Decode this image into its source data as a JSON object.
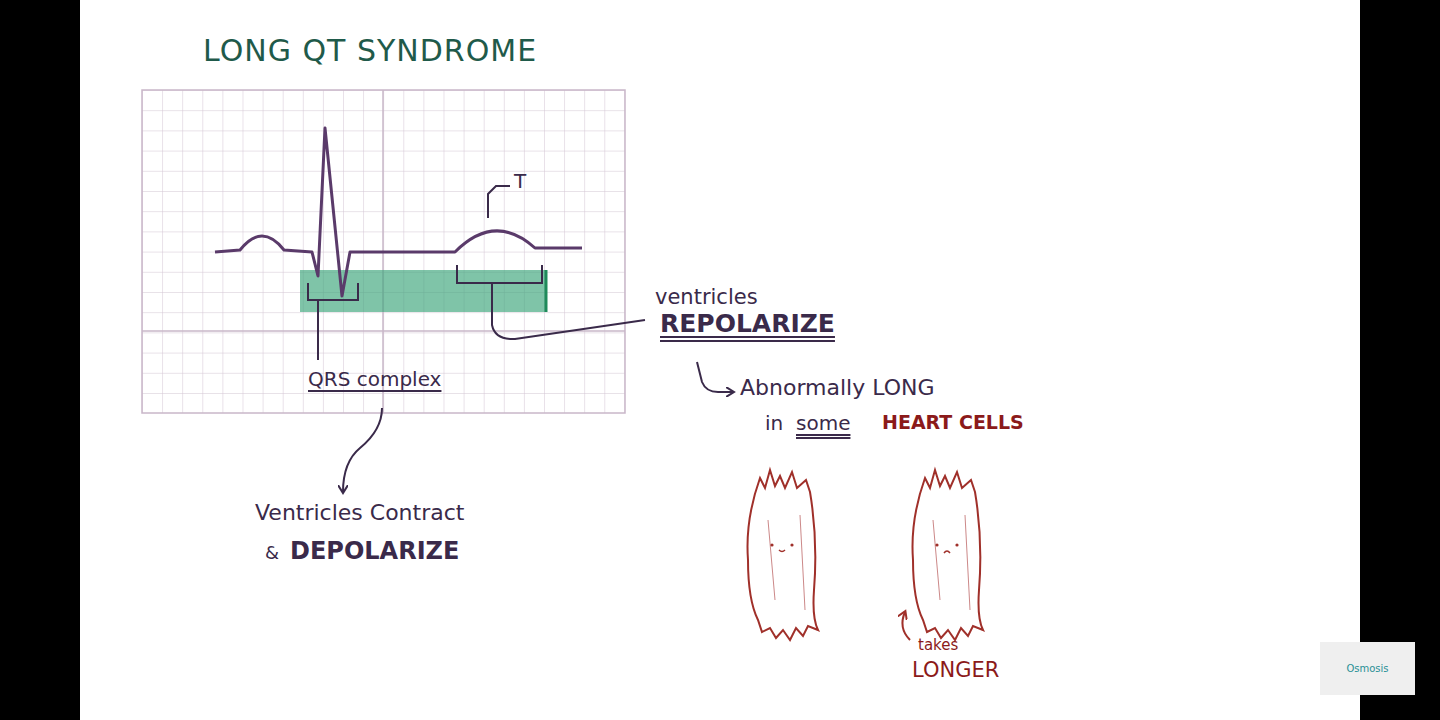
{
  "diagram": {
    "title": "LONG QT SYNDROME",
    "nodes": [
      {
        "text": [
          "Osmosis"
        ]
      }
    ],
    "labels": [
      "T",
      "QRS complex",
      "Ventricles Contract",
      "&",
      "DEPOLARIZE",
      "ventricles",
      "REPOLARIZE",
      "Abnormally LONG",
      "in",
      "some",
      "HEART CELLS",
      "takes",
      "LONGER"
    ]
  }
}
